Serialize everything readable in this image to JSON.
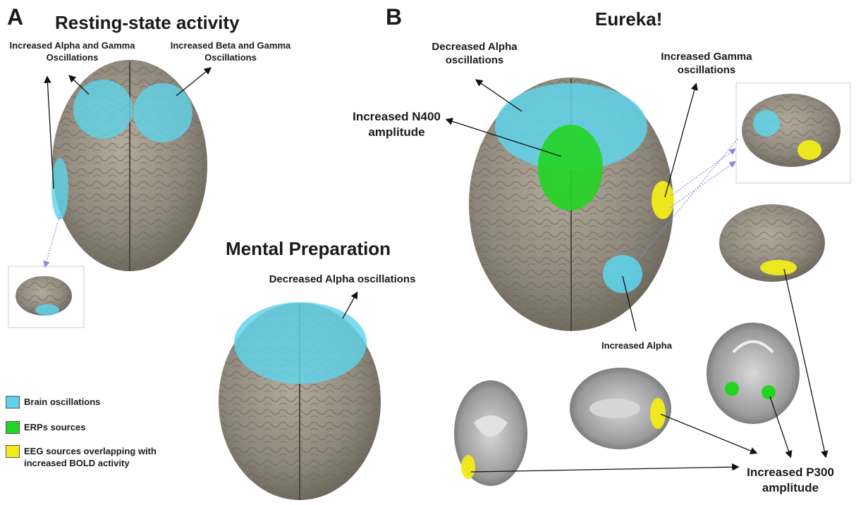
{
  "panels": {
    "a_letter": "A",
    "b_letter": "B"
  },
  "titles": {
    "resting": "Resting-state activity",
    "eureka": "Eureka!",
    "mental": "Mental Preparation"
  },
  "labels": {
    "alpha_gamma": [
      "Increased Alpha and Gamma",
      "Oscillations"
    ],
    "beta_gamma": [
      "Increased Beta and Gamma",
      "Oscillations"
    ],
    "decreased_alpha_b": [
      "Decreased Alpha",
      "oscillations"
    ],
    "increased_gamma": [
      "Increased Gamma",
      "oscillations"
    ],
    "n400": [
      "Increased N400",
      "amplitude"
    ],
    "mental_alpha": "Decreased Alpha oscillations",
    "increased_alpha": "Increased Alpha",
    "p300": [
      "Increased P300",
      "amplitude"
    ]
  },
  "legend": [
    {
      "text": [
        "Brain oscillations"
      ],
      "color": "#5fd3ea"
    },
    {
      "text": [
        "ERPs sources"
      ],
      "color": "#22d422"
    },
    {
      "text": [
        "EEG sources overlapping with",
        "increased BOLD activity"
      ],
      "color": "#f2ec1a"
    }
  ],
  "colors": {
    "oscillation": "#5fd3ea",
    "erp": "#22d422",
    "eeg_bold": "#f2ec1a",
    "brain": "#8e877b"
  }
}
